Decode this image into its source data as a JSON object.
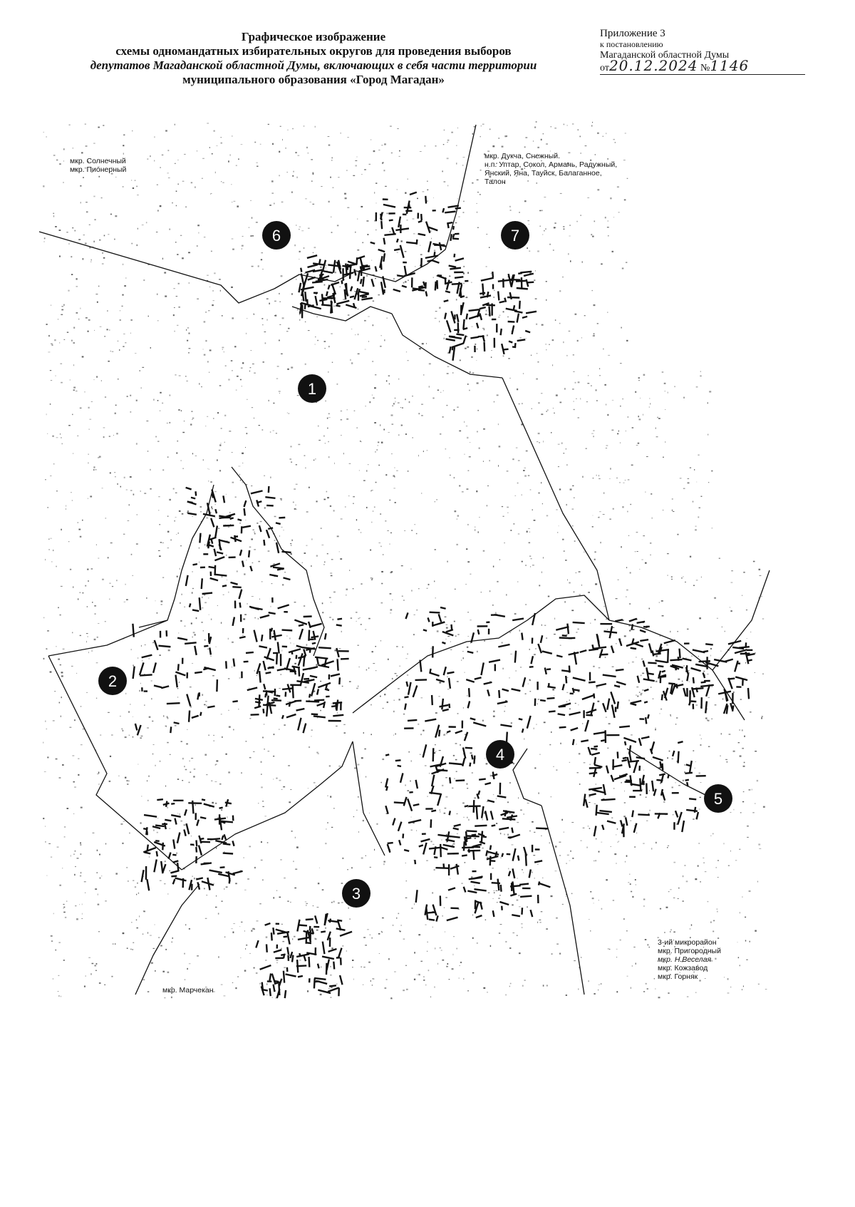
{
  "document": {
    "title_lines": [
      "Графическое изображение",
      "схемы одномандатных избирательных округов для проведения выборов",
      "депутатов Магаданской областной Думы, включающих в себя части территории",
      "муниципального образования «Город Магадан»"
    ],
    "appendix": {
      "line1": "Приложение 3",
      "line2": "к постановлению",
      "line3": "Магаданской областной Думы",
      "prefix_date": "от",
      "date": "20.12.2024",
      "prefix_number": "№",
      "number": "1146"
    }
  },
  "map": {
    "districts": [
      "1",
      "2",
      "3",
      "4",
      "5",
      "6",
      "7"
    ],
    "area_labels": {
      "district6": [
        "мкр. Солнечный",
        "мкр. Пионерный"
      ],
      "district7": [
        "мкр. Дукча, Снежный.",
        "н.п. Уптар, Сокол, Армань, Радужный,",
        "Янский,  Яна,  Тауйск,  Балаганное,",
        "Талон"
      ],
      "district3": [
        "мкр. Марчекан"
      ],
      "district5": [
        "3-ий микрорайон",
        "мкр. Пригородный",
        "мкр. Н.Веселая",
        "мкр. Кожзавод",
        "мкр. Горняк"
      ]
    },
    "colors": {
      "ink": "#111111",
      "background": "#ffffff",
      "speckle": "#3a3a3a"
    }
  }
}
